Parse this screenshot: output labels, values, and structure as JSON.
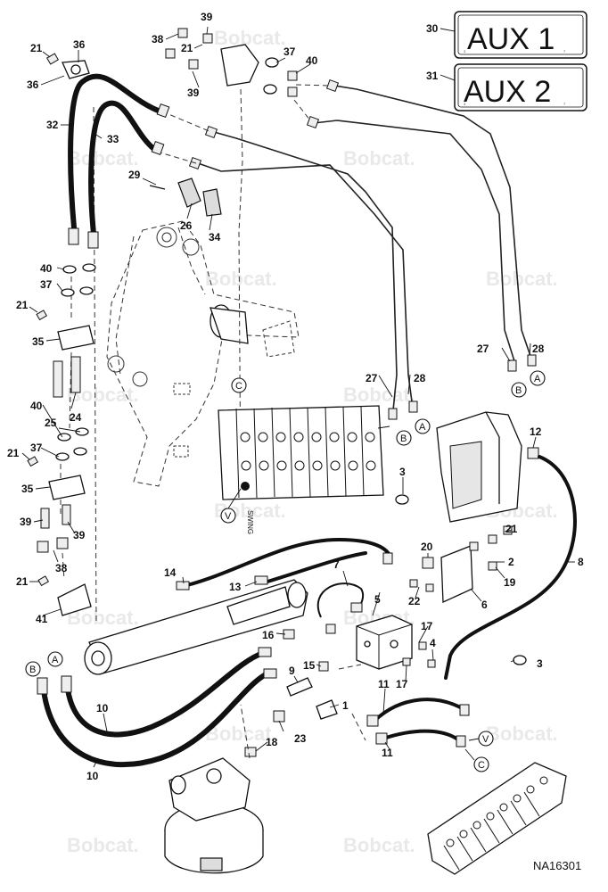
{
  "diagram": {
    "watermark": "Bobcat.",
    "reference_code": "NA16301",
    "plates": [
      {
        "id": "aux1",
        "callout": "30",
        "text": "AUX 1",
        "fine_left": "3",
        "fine_right": "7"
      },
      {
        "id": "aux2",
        "callout": "31",
        "text": "AUX 2",
        "fine_left": "3",
        "fine_right": "7"
      }
    ],
    "connectors": {
      "A": "A",
      "B": "B",
      "C": "C",
      "V": "V"
    },
    "valve_label": "SWING",
    "callouts": {
      "c1": "1",
      "c2": "2",
      "c3": "3",
      "c4": "4",
      "c5": "5",
      "c6": "6",
      "c7": "7",
      "c8": "8",
      "c9": "9",
      "c10": "10",
      "c11": "11",
      "c12": "12",
      "c13": "13",
      "c14": "14",
      "c15": "15",
      "c16": "16",
      "c17": "17",
      "c18": "18",
      "c19": "19",
      "c20": "20",
      "c21": "21",
      "c22": "22",
      "c23": "23",
      "c24": "24",
      "c25": "25",
      "c26": "26",
      "c27": "27",
      "c28": "28",
      "c29": "29",
      "c32": "32",
      "c33": "33",
      "c34": "34",
      "c35": "35",
      "c36": "36",
      "c37": "37",
      "c38": "38",
      "c39": "39",
      "c40": "40",
      "c41": "41"
    }
  }
}
